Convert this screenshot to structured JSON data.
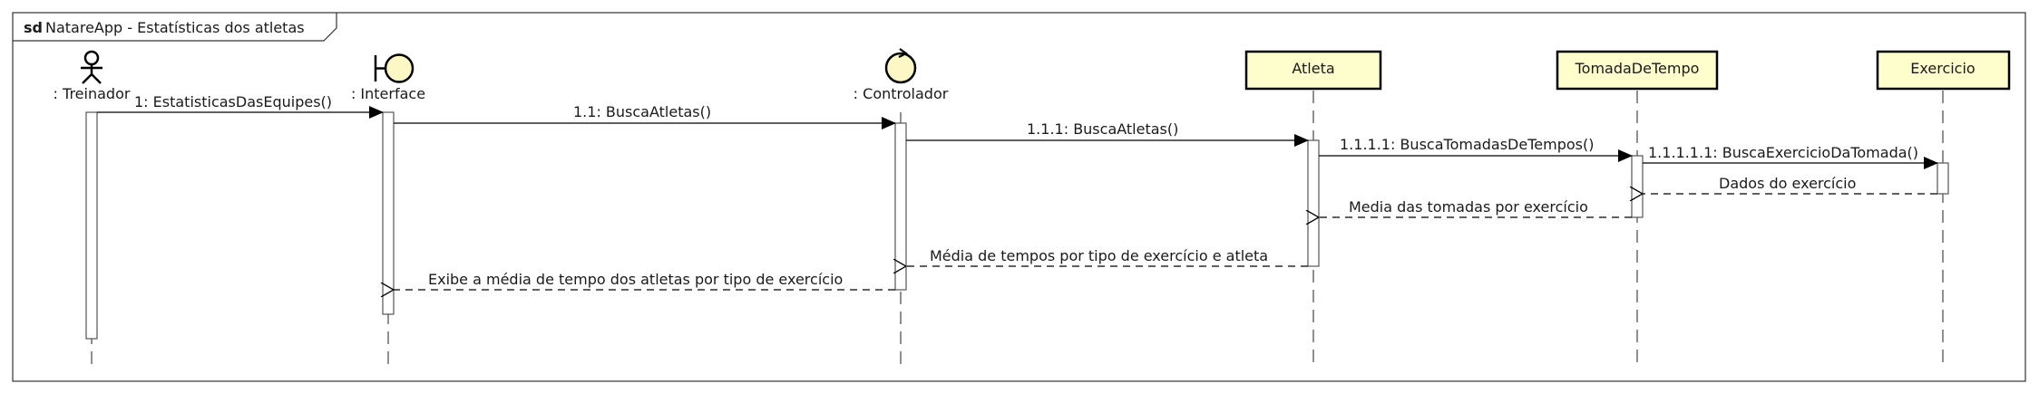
{
  "frame": {
    "keyword": "sd",
    "title": "NatareApp - Estatísticas dos atletas"
  },
  "participants": [
    {
      "id": "treinador",
      "label": ": Treinador",
      "kind": "actor"
    },
    {
      "id": "interface",
      "label": ": Interface",
      "kind": "boundary"
    },
    {
      "id": "controlador",
      "label": ": Controlador",
      "kind": "control"
    },
    {
      "id": "atleta",
      "label": "Atleta",
      "kind": "entity-box"
    },
    {
      "id": "tomada",
      "label": "TomadaDeTempo",
      "kind": "entity-box"
    },
    {
      "id": "exercicio",
      "label": "Exercicio",
      "kind": "entity-box"
    }
  ],
  "messages": [
    {
      "label": "1: EstatisticasDasEquipes()",
      "from": "treinador",
      "to": "interface",
      "type": "sync"
    },
    {
      "label": "1.1: BuscaAtletas()",
      "from": "interface",
      "to": "controlador",
      "type": "sync"
    },
    {
      "label": "1.1.1: BuscaAtletas()",
      "from": "controlador",
      "to": "atleta",
      "type": "sync"
    },
    {
      "label": "1.1.1.1: BuscaTomadasDeTempos()",
      "from": "atleta",
      "to": "tomada",
      "type": "sync"
    },
    {
      "label": "1.1.1.1.1: BuscaExercicioDaTomada()",
      "from": "tomada",
      "to": "exercicio",
      "type": "sync"
    },
    {
      "label": "Dados do exercício",
      "from": "exercicio",
      "to": "tomada",
      "type": "return"
    },
    {
      "label": "Media das tomadas por exercício",
      "from": "tomada",
      "to": "atleta",
      "type": "return"
    },
    {
      "label": "Média de tempos por tipo de exercício e atleta",
      "from": "atleta",
      "to": "controlador",
      "type": "return"
    },
    {
      "label": "Exibe a média de tempo dos atletas por tipo de exercício",
      "from": "controlador",
      "to": "interface",
      "type": "return"
    }
  ]
}
